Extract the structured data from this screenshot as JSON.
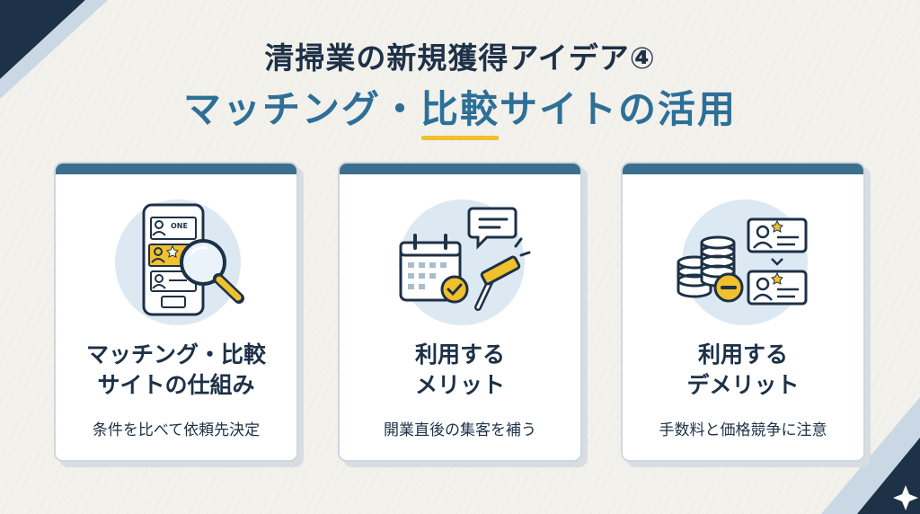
{
  "header": {
    "title_line1": "清掃業の新規獲得アイデア④",
    "title_line2": "マッチング・比較サイトの活用"
  },
  "cards": [
    {
      "heading_line1": "マッチング・比較",
      "heading_line2": "サイトの仕組み",
      "description": "条件を比べて依頼先決定",
      "icon": "phone-magnifier-icon",
      "icon_text": "ONE"
    },
    {
      "heading_line1": "利用する",
      "heading_line2": "メリット",
      "description": "開業直後の集客を補う",
      "icon": "calendar-squeegee-icon"
    },
    {
      "heading_line1": "利用する",
      "heading_line2": "デメリット",
      "description": "手数料と価格競争に注意",
      "icon": "coins-minus-profile-icon"
    }
  ],
  "colors": {
    "navy": "#1d3147",
    "blue": "#2e6f97",
    "accent": "#f0c02d",
    "card_top": "#3b6f8e",
    "icon_bg": "#dce9f3"
  }
}
